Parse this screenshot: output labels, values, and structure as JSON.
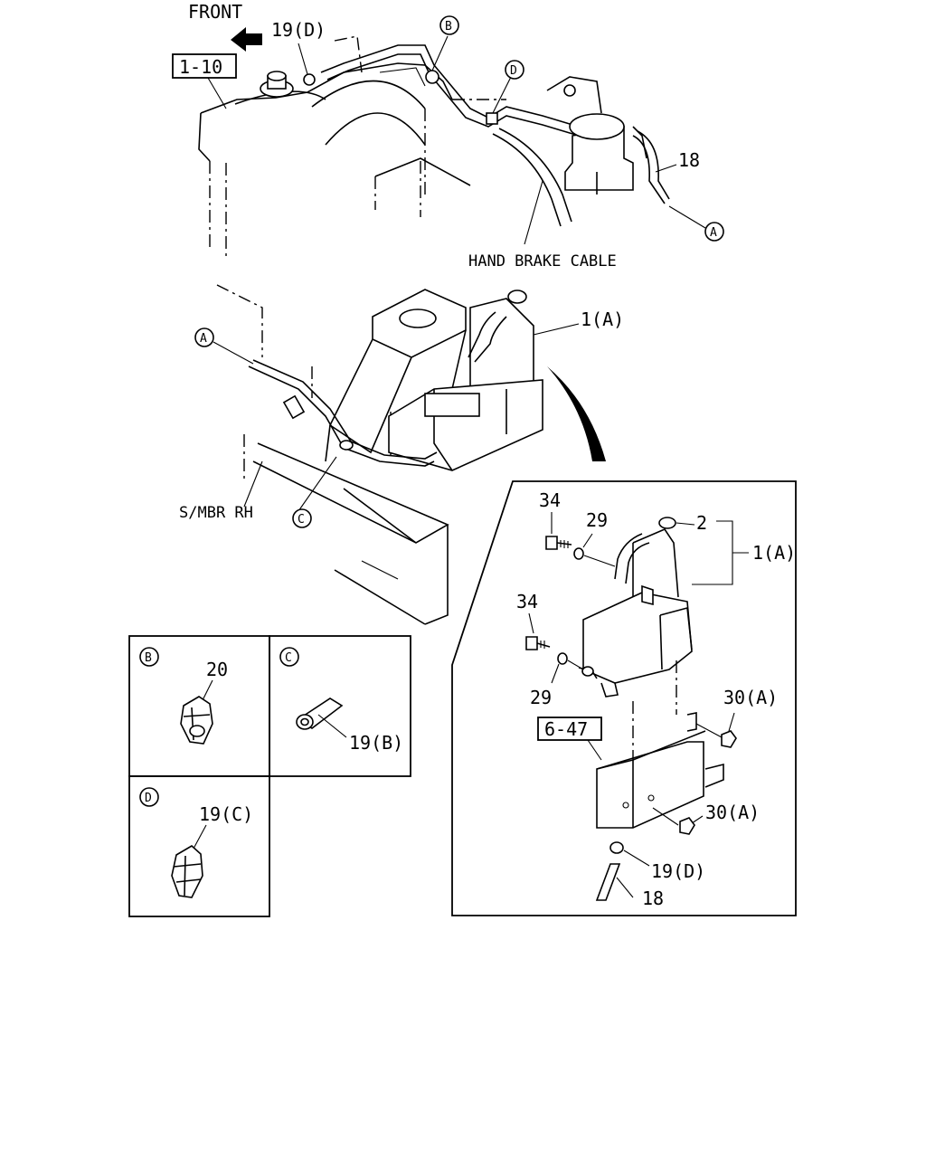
{
  "labels": {
    "front": "FRONT",
    "ref_1_10": "1-10",
    "ref_6_47": "6-47",
    "hand_brake_cable": "HAND BRAKE CABLE",
    "smbr_rh": "S/MBR RH",
    "p19d_top": "19(D)",
    "p18_top": "18",
    "p1a_main": "1(A)",
    "p34_a": "34",
    "p34_b": "34",
    "p29_a": "29",
    "p29_b": "29",
    "p2": "2",
    "p1a_detail": "1(A)",
    "p30a_a": "30(A)",
    "p30a_b": "30(A)",
    "p19d_detail": "19(D)",
    "p18_detail": "18",
    "p20": "20",
    "p19b": "19(B)",
    "p19c": "19(C)"
  },
  "callouts": {
    "a": "A",
    "b": "B",
    "c": "C",
    "d": "D"
  }
}
